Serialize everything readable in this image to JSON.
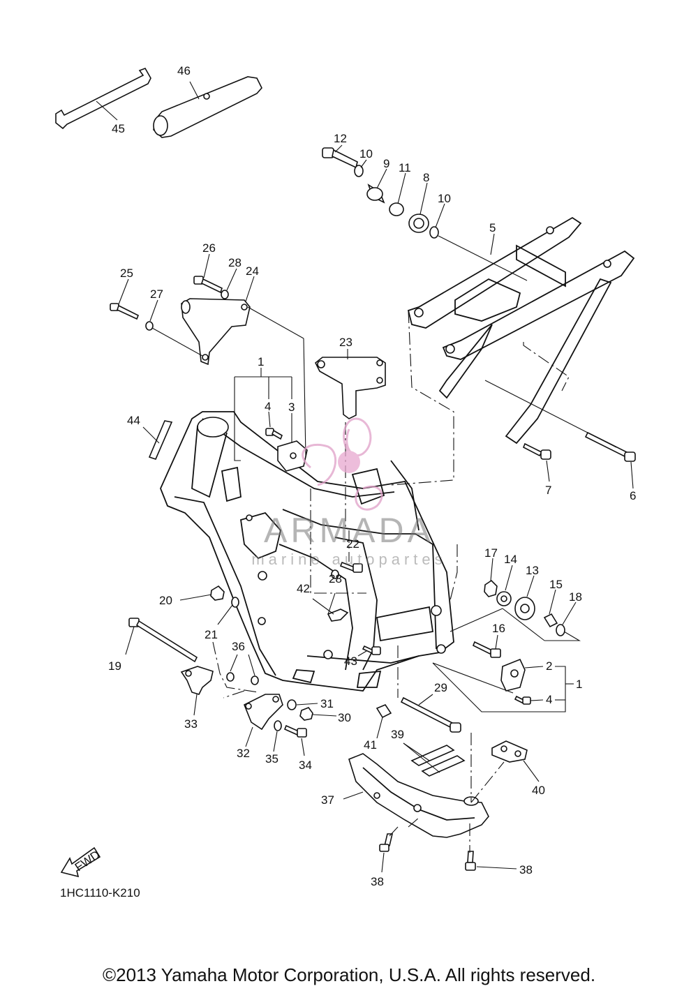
{
  "diagram": {
    "code": "1HC1110-K210",
    "copyright": "©2013 Yamaha Motor Corporation, U.S.A. All rights reserved.",
    "fwd_label": "FWD",
    "watermark": {
      "brand": "ARMADA",
      "tagline": "marine autopartes",
      "color": "#e0a0c8"
    },
    "callouts": [
      {
        "id": "c46",
        "label": "46"
      },
      {
        "id": "c45",
        "label": "45"
      },
      {
        "id": "c12",
        "label": "12"
      },
      {
        "id": "c10a",
        "label": "10"
      },
      {
        "id": "c9",
        "label": "9"
      },
      {
        "id": "c11",
        "label": "11"
      },
      {
        "id": "c8",
        "label": "8"
      },
      {
        "id": "c10b",
        "label": "10"
      },
      {
        "id": "c5",
        "label": "5"
      },
      {
        "id": "c26",
        "label": "26"
      },
      {
        "id": "c28a",
        "label": "28"
      },
      {
        "id": "c25",
        "label": "25"
      },
      {
        "id": "c24",
        "label": "24"
      },
      {
        "id": "c27",
        "label": "27"
      },
      {
        "id": "c23",
        "label": "23"
      },
      {
        "id": "c1a",
        "label": "1"
      },
      {
        "id": "c4a",
        "label": "4"
      },
      {
        "id": "c3",
        "label": "3"
      },
      {
        "id": "c44",
        "label": "44"
      },
      {
        "id": "c7",
        "label": "7"
      },
      {
        "id": "c6",
        "label": "6"
      },
      {
        "id": "c22",
        "label": "22"
      },
      {
        "id": "c28b",
        "label": "28"
      },
      {
        "id": "c17",
        "label": "17"
      },
      {
        "id": "c14",
        "label": "14"
      },
      {
        "id": "c13",
        "label": "13"
      },
      {
        "id": "c15",
        "label": "15"
      },
      {
        "id": "c18",
        "label": "18"
      },
      {
        "id": "c42",
        "label": "42"
      },
      {
        "id": "c20",
        "label": "20"
      },
      {
        "id": "c21",
        "label": "21"
      },
      {
        "id": "c16",
        "label": "16"
      },
      {
        "id": "c19",
        "label": "19"
      },
      {
        "id": "c36",
        "label": "36"
      },
      {
        "id": "c43",
        "label": "43"
      },
      {
        "id": "c2",
        "label": "2"
      },
      {
        "id": "c1b",
        "label": "1"
      },
      {
        "id": "c4b",
        "label": "4"
      },
      {
        "id": "c33",
        "label": "33"
      },
      {
        "id": "c31",
        "label": "31"
      },
      {
        "id": "c29",
        "label": "29"
      },
      {
        "id": "c30",
        "label": "30"
      },
      {
        "id": "c32",
        "label": "32"
      },
      {
        "id": "c35",
        "label": "35"
      },
      {
        "id": "c34",
        "label": "34"
      },
      {
        "id": "c41",
        "label": "41"
      },
      {
        "id": "c39",
        "label": "39"
      },
      {
        "id": "c40",
        "label": "40"
      },
      {
        "id": "c37",
        "label": "37"
      },
      {
        "id": "c38a",
        "label": "38"
      },
      {
        "id": "c38b",
        "label": "38"
      }
    ]
  }
}
